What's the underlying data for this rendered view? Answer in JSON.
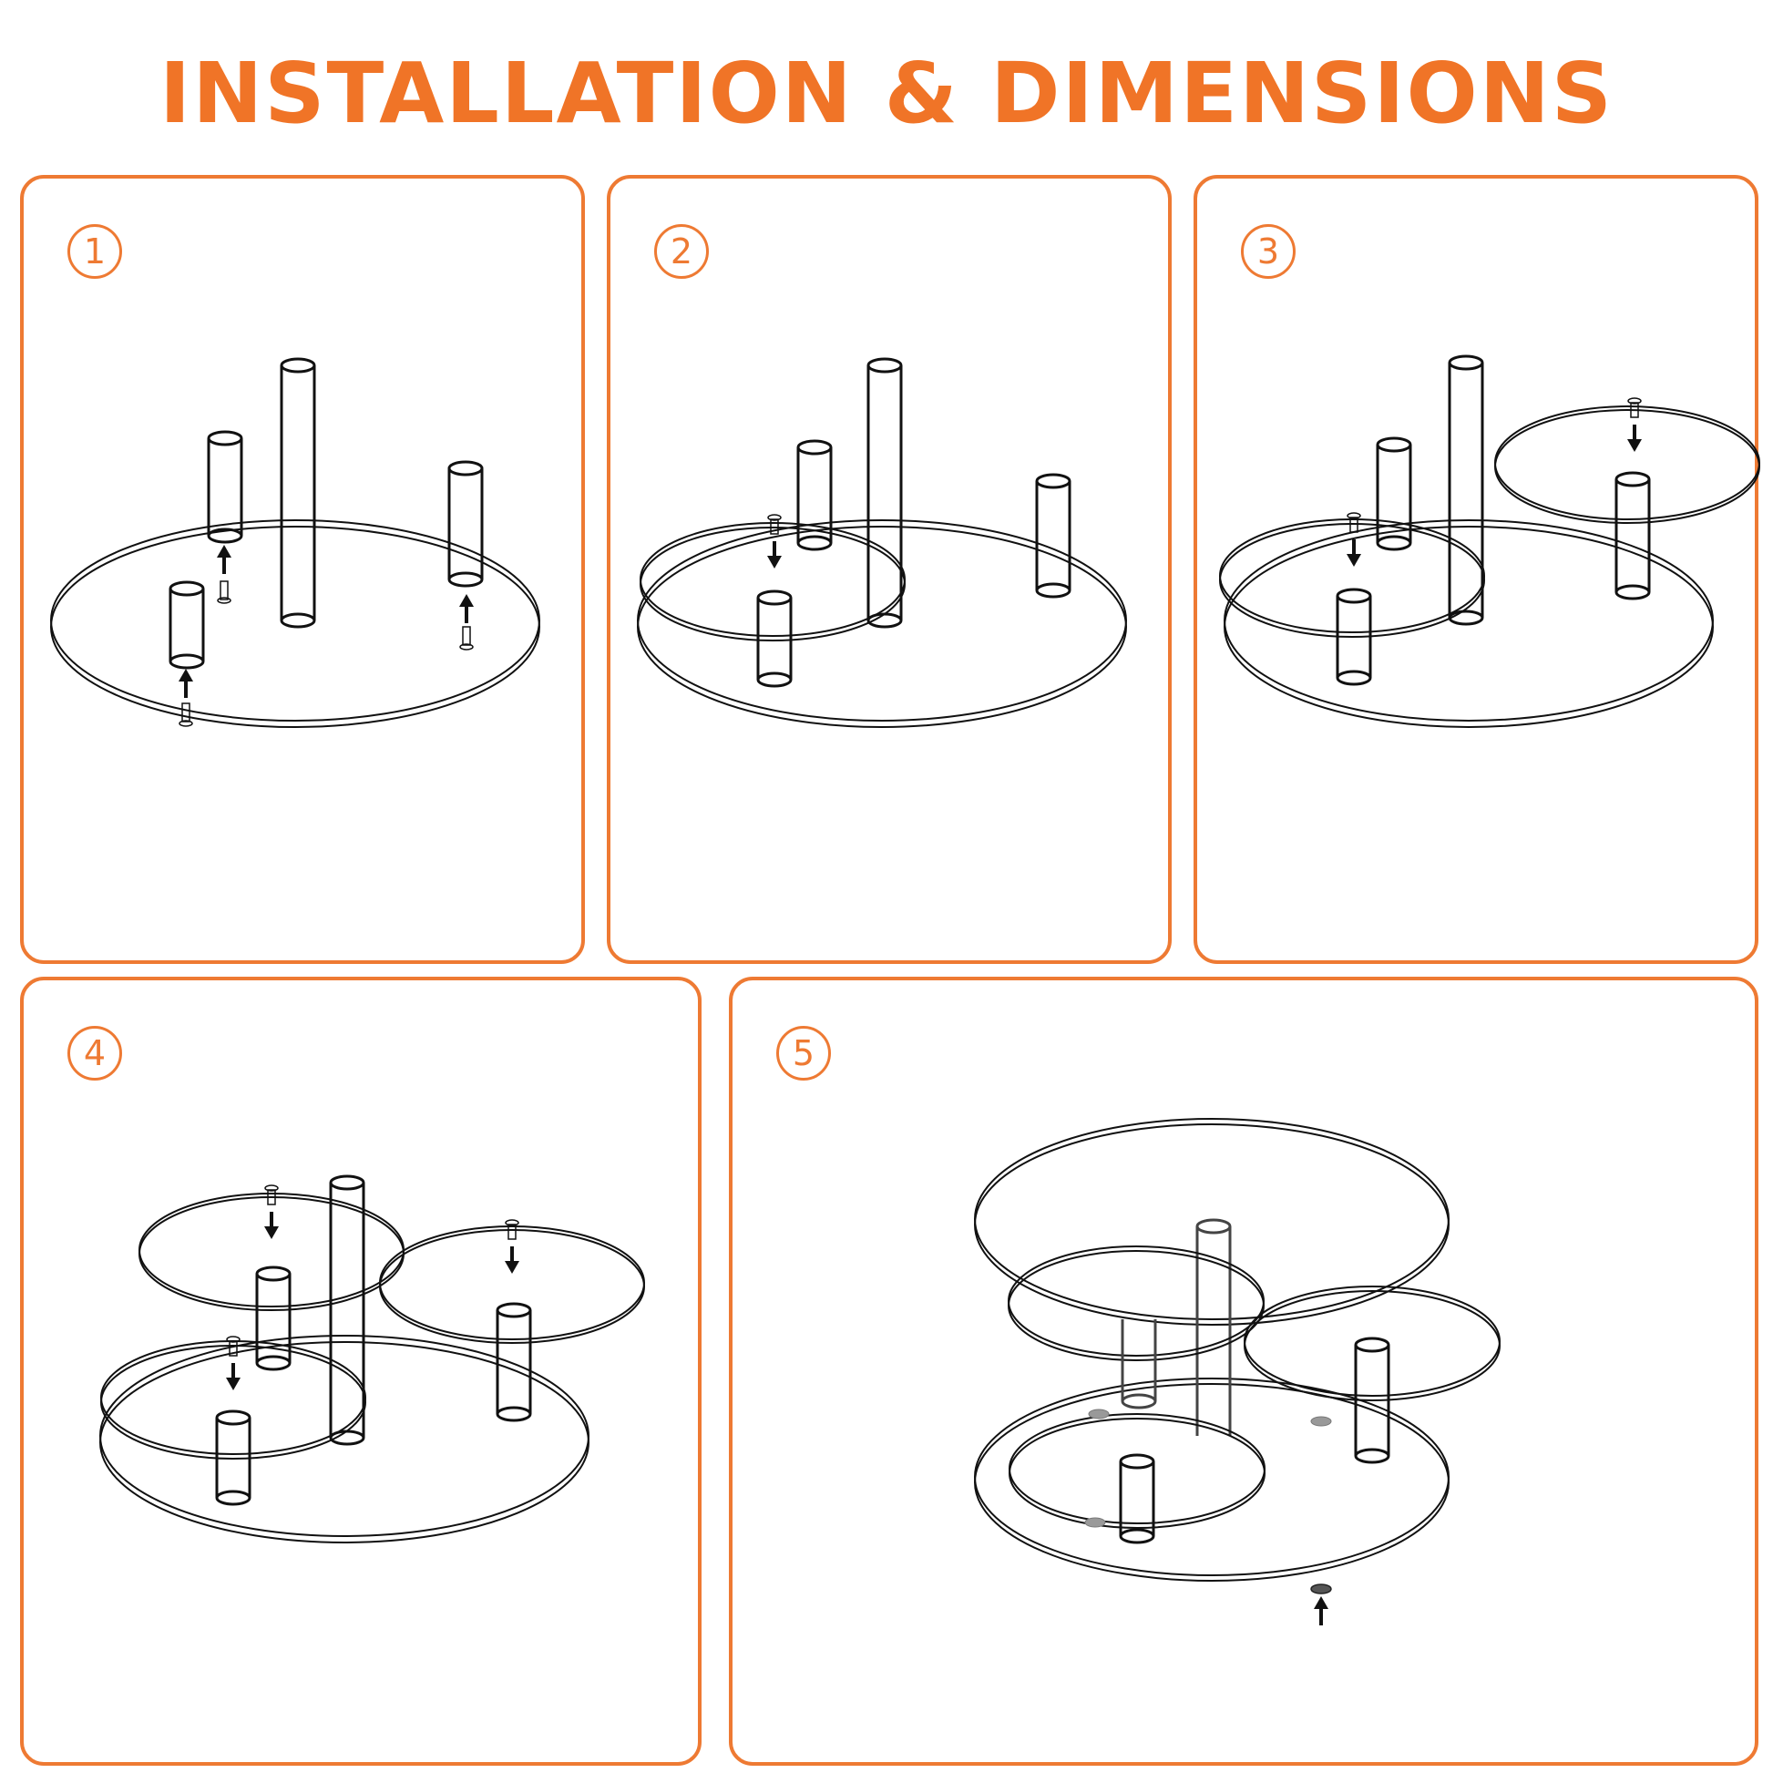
{
  "title": "INSTALLATION & DIMENSIONS",
  "accent_color": "#EE7A33",
  "steps": [
    {
      "number": "1"
    },
    {
      "number": "2"
    },
    {
      "number": "3"
    },
    {
      "number": "4"
    },
    {
      "number": "5"
    }
  ]
}
